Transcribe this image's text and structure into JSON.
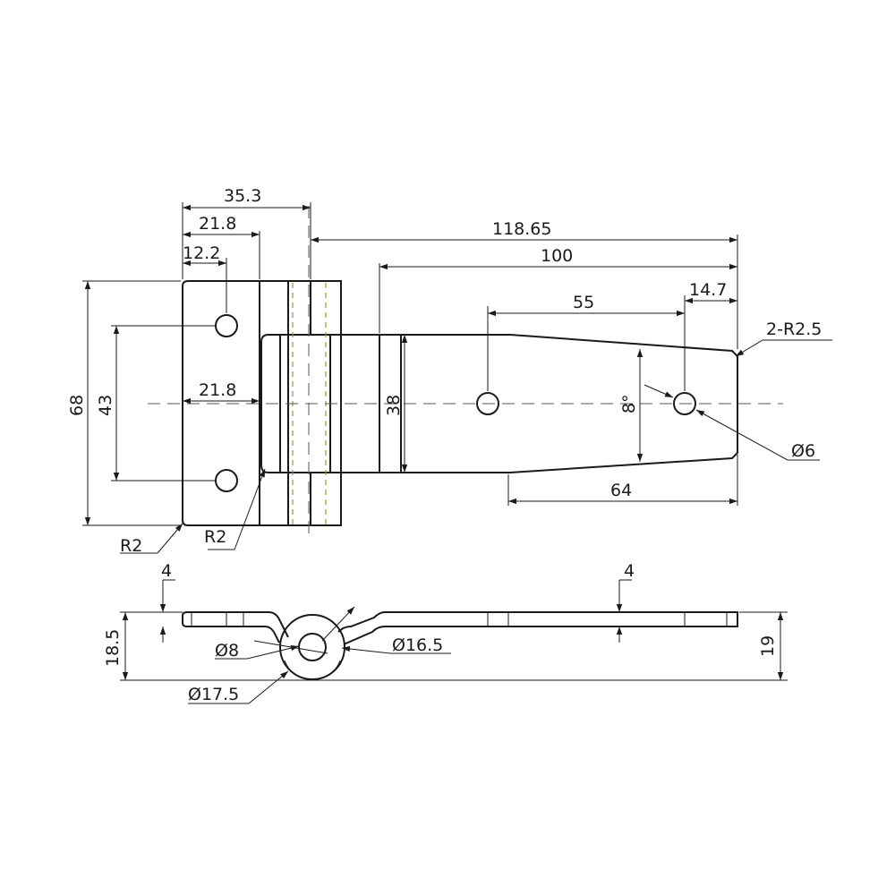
{
  "drawing": {
    "top_view": {
      "dimensions": {
        "d_35_3": "35.3",
        "d_21_8_top": "21.8",
        "d_12_2": "12.2",
        "d_118_65": "118.65",
        "d_100": "100",
        "d_55": "55",
        "d_14_7": "14.7",
        "d_68": "68",
        "d_43": "43",
        "d_21_8_mid": "21.8",
        "d_38": "38",
        "d_8deg": "8°",
        "d_64": "64"
      },
      "callouts": {
        "r2_left": "R2",
        "r2_mid": "R2",
        "r2_5": "2-R2.5",
        "dia_6": "Ø6"
      }
    },
    "side_view": {
      "dimensions": {
        "t4_left": "4",
        "t4_right": "4",
        "h18_5": "18.5",
        "h19": "19"
      },
      "callouts": {
        "dia_8": "Ø8",
        "dia_16_5": "Ø16.5",
        "dia_17_5": "Ø17.5"
      }
    }
  }
}
